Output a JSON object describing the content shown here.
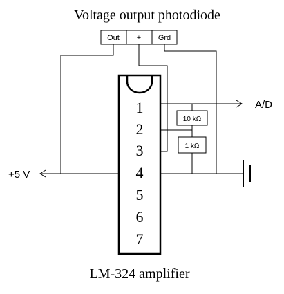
{
  "title": "Voltage output photodiode",
  "caption": "LM-324 amplifier",
  "connector_pins": [
    "Out",
    "+",
    "Grd"
  ],
  "ic_pins": [
    "1",
    "2",
    "3",
    "4",
    "5",
    "6",
    "7"
  ],
  "resistors": [
    "10 kΩ",
    "1 kΩ"
  ],
  "labels": {
    "output": "A/D",
    "supply": "+5 V"
  }
}
